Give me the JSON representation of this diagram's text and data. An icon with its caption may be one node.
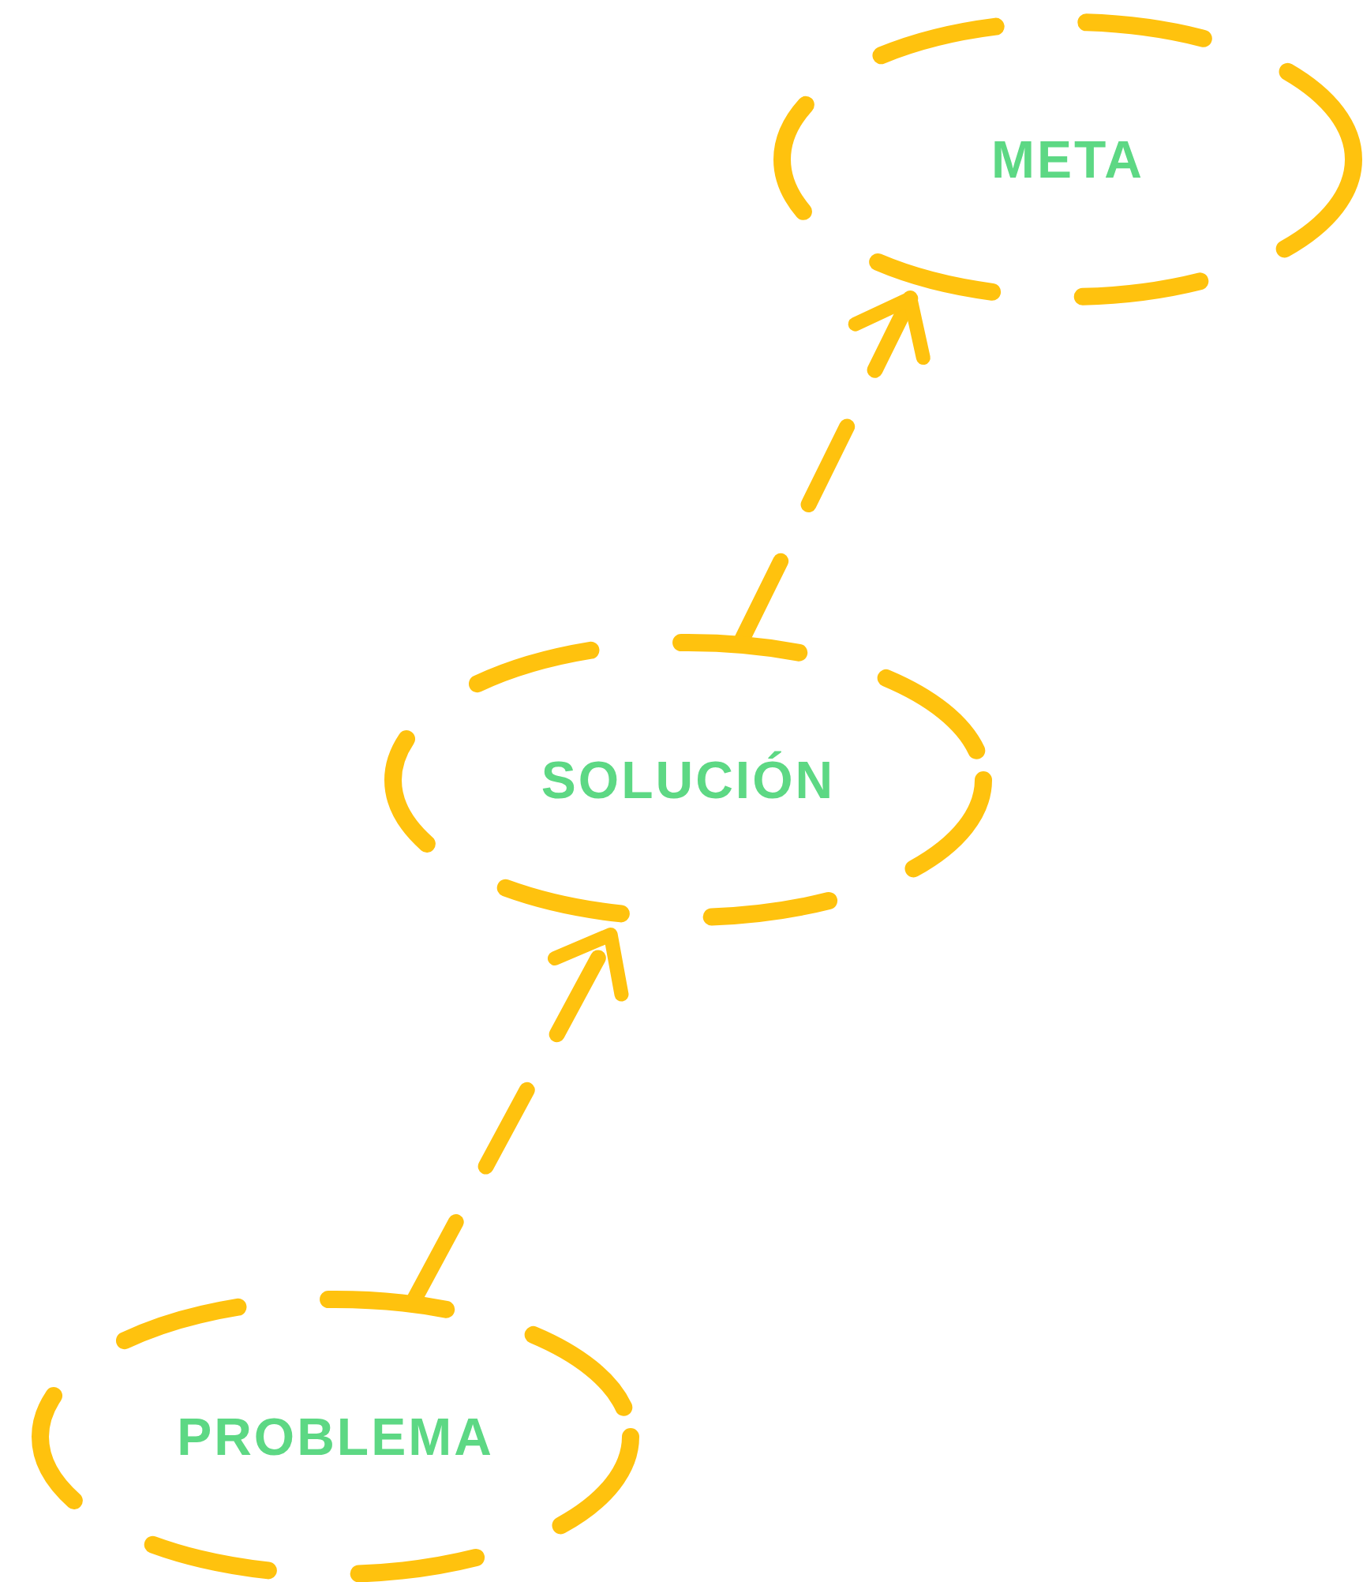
{
  "diagram": {
    "nodes": [
      {
        "text": [
          "PROBLEMA"
        ]
      },
      {
        "text": [
          "SOLUCIÓN"
        ]
      },
      {
        "text": [
          "META"
        ]
      }
    ],
    "edges": [
      {
        "from": 0,
        "to": 1,
        "arrow": "to",
        "style": "dashed"
      },
      {
        "from": 1,
        "to": 2,
        "arrow": "to",
        "style": "dashed"
      }
    ]
  }
}
